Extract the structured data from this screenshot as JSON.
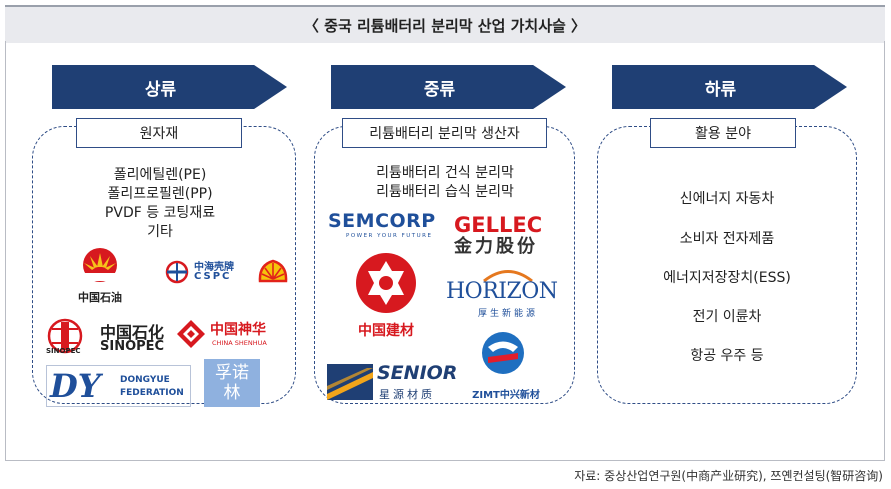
{
  "title": "〈 중국 리튬배터리 분리막 산업 가치사슬 〉",
  "columns": {
    "upstream": {
      "header": "상류",
      "label": "원자재",
      "items": [
        "폴리에틸렌(PE)",
        "폴리프로필렌(PP)",
        "PVDF 등 코팅재료",
        "기타"
      ],
      "logos": {
        "petrochina": "中国石油",
        "cspc_cn": "中海壳牌",
        "cspc_en": "CSPC",
        "sinopec_cn": "中国石化",
        "sinopec_en": "SINOPEC",
        "sinopec_mark": "SINOPEC",
        "shenhua_cn": "中国神华",
        "shenhua_en": "CHINA SHENHUA",
        "dongyue_mark": "DY",
        "dongyue_line1": "DONGYUE",
        "dongyue_line2": "FEDERATION",
        "funuolin": "孚诺林"
      }
    },
    "midstream": {
      "header": "중류",
      "label": "리튬배터리 분리막 생산자",
      "items": [
        "리튬배터리 건식 분리막",
        "리튬배터리 습식 분리막"
      ],
      "logos": {
        "semcorp": "SEMCORP",
        "semcorp_tag": "POWER YOUR FUTURE",
        "gellec_en": "GELLEC",
        "gellec_cn": "金力股份",
        "cnbm": "中国建材",
        "horizon_en": "HORIZON",
        "horizon_cn": "厚生新能源",
        "senior_en": "SENIOR",
        "senior_cn": "星源材质",
        "zimt": "ZIMT中兴新材"
      }
    },
    "downstream": {
      "header": "하류",
      "label": "활용 분야",
      "items": [
        "신에너지 자동차",
        "소비자 전자제품",
        "에너지저장장치(ESS)",
        "전기 이륜차",
        "항공 우주 등"
      ]
    }
  },
  "source": "자료: 중상산업연구원(中商产业研究), 쯔옌컨설팅(智研咨询)",
  "colors": {
    "arrow": "#1f3f74",
    "border": "#2f4d86",
    "title_bg": "#e9eaee",
    "red": "#d7191f",
    "blue": "#1f4f9a",
    "orange": "#e5781f"
  }
}
